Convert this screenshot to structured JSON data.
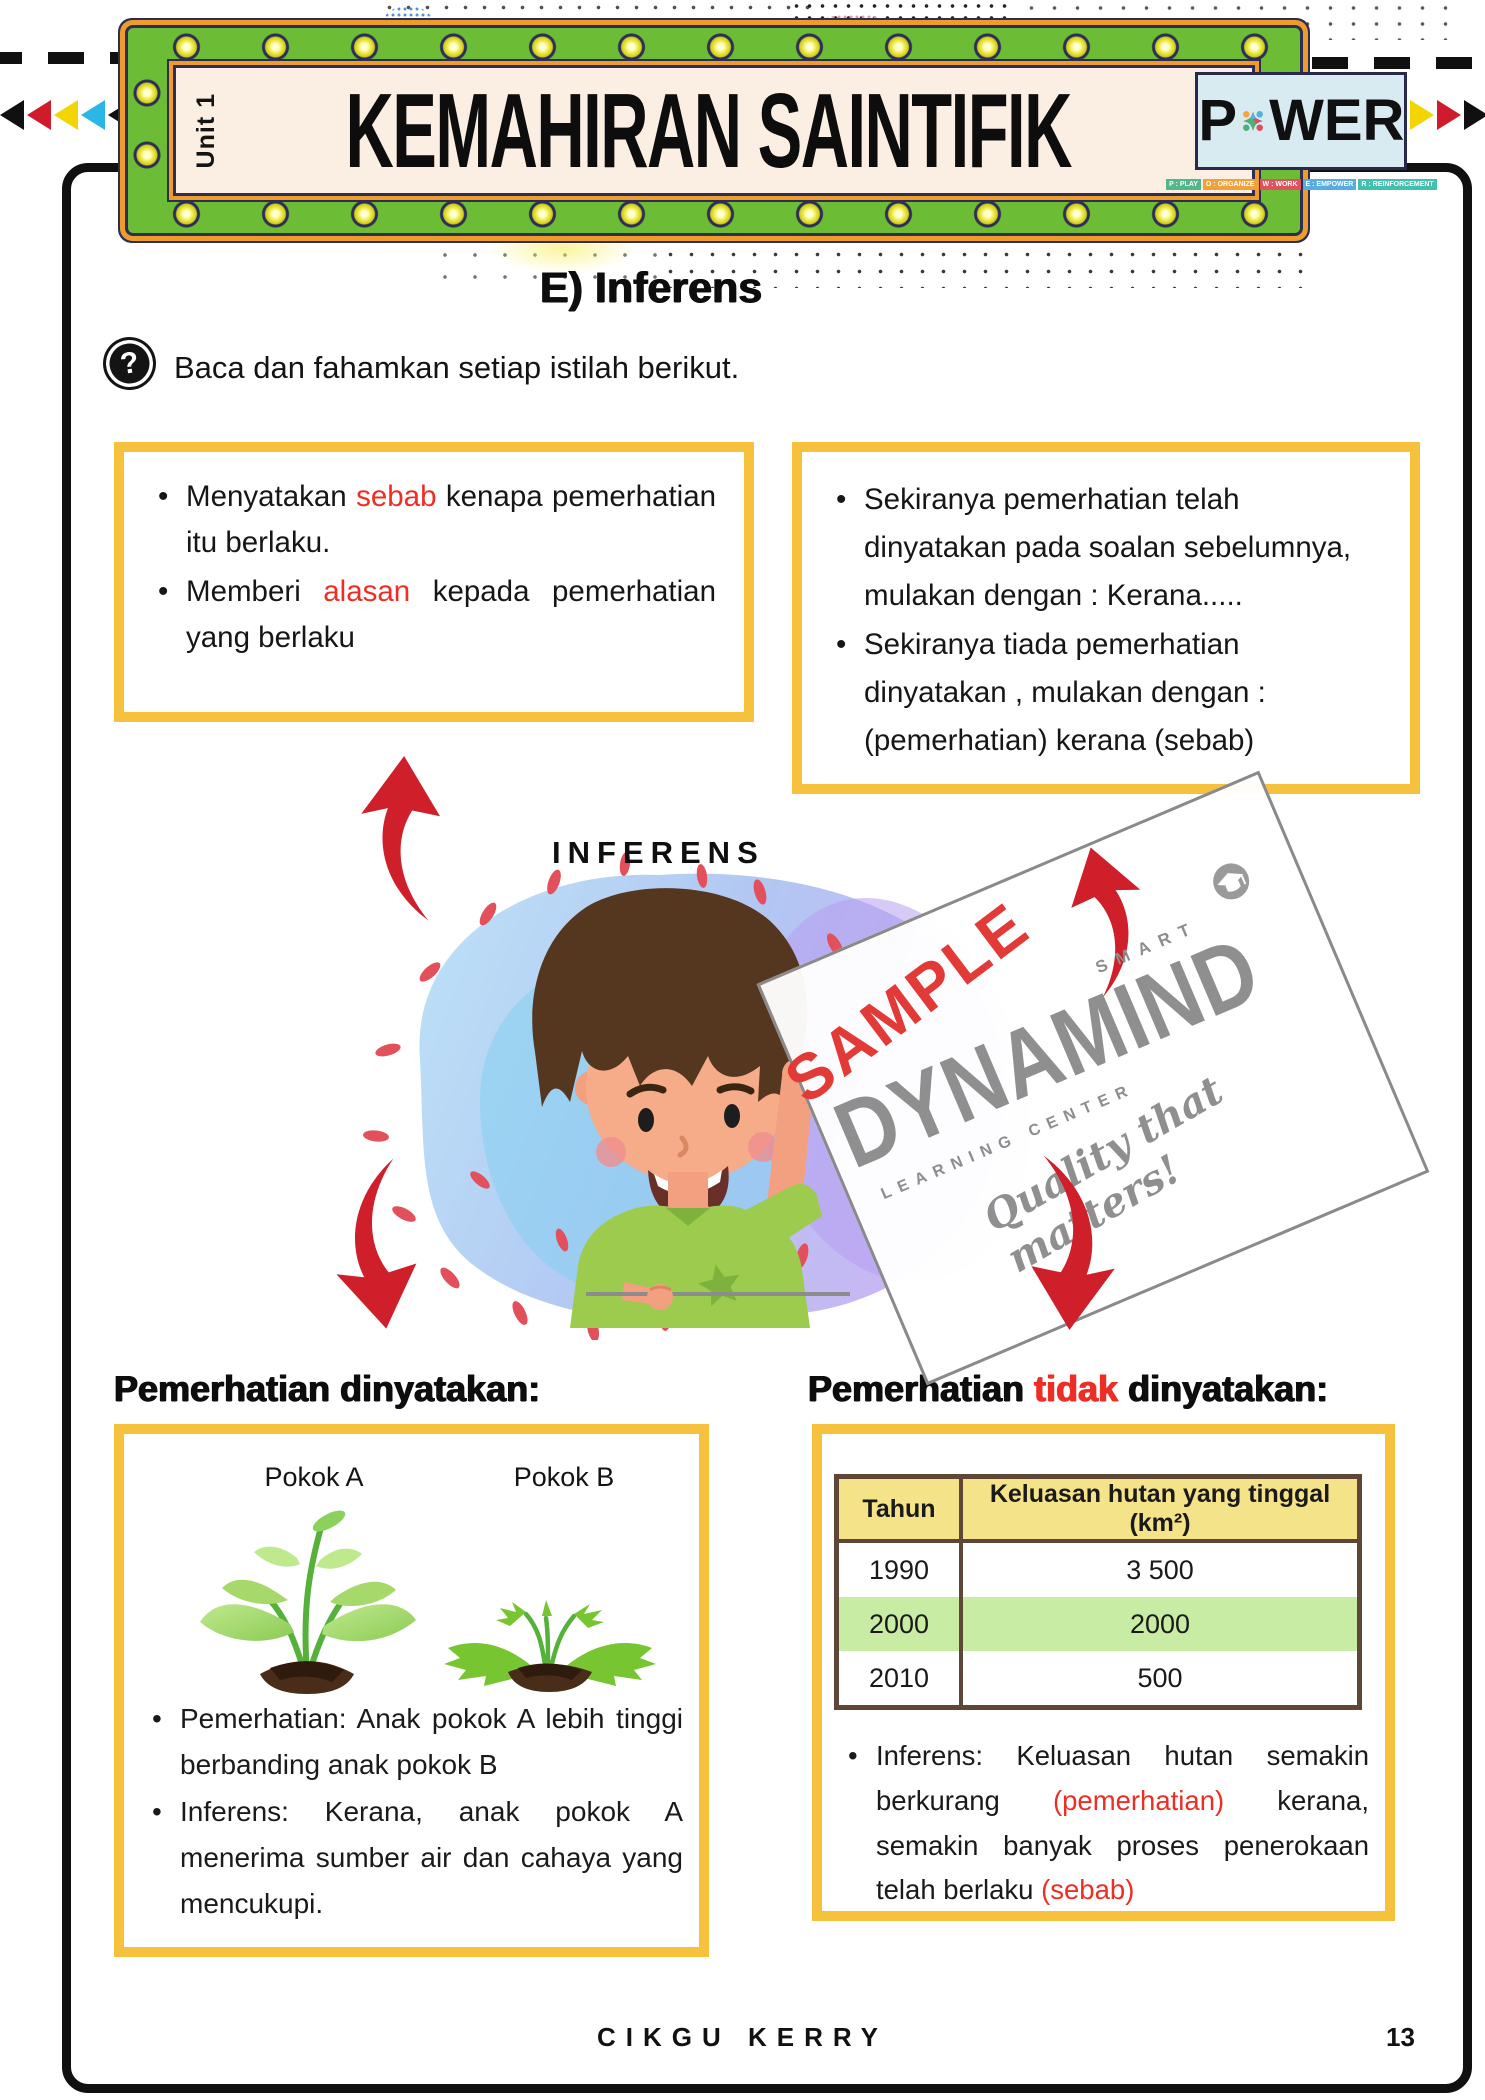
{
  "ui": {
    "bullet": "•"
  },
  "colors": {
    "accent_yellow": "#f6c23e",
    "accent_red": "#ee2e24",
    "banner_green": "#6cbd35",
    "table_header": "#f4e388",
    "table_highlight": "#c8eca3"
  },
  "header": {
    "unit_label": "Unit 1",
    "title": "KEMAHIRAN SAINTIFIK",
    "power_logo": {
      "prefix": "P",
      "suffix": "WER",
      "tags": [
        {
          "label": "P : PLAY",
          "color": "#52b789"
        },
        {
          "label": "O : ORGANIZE",
          "color": "#f0a13a"
        },
        {
          "label": "W : WORK",
          "color": "#e05160"
        },
        {
          "label": "E : EMPOWER",
          "color": "#57ace0"
        },
        {
          "label": "R : REINFORCEMENT",
          "color": "#41c0ad"
        }
      ]
    }
  },
  "section": {
    "heading": "E) Inferens",
    "question_mark": "?",
    "instruction": "Baca dan fahamkan setiap istilah berikut."
  },
  "definition_left": {
    "b1_pre": "Menyatakan ",
    "b1_red": "sebab",
    "b1_post": " kenapa pemerhatian itu berlaku.",
    "b2_pre": "Memberi ",
    "b2_red": "alasan",
    "b2_post": " kepada pemerhatian yang berlaku"
  },
  "definition_right": {
    "b1": "Sekiranya pemerhatian telah dinyatakan pada soalan sebelumnya, mulakan dengan : Kerana.....",
    "b2": "Sekiranya tiada pemerhatian dinyatakan , mulakan dengan : (pemerhatian) kerana (sebab)"
  },
  "diagram": {
    "center_label": "INFERENS"
  },
  "watermark": {
    "sample": "SAMPLE",
    "smart": "SMART",
    "brand": "DYNAMIND",
    "learning": "LEARNING  CENTER",
    "tagline": "Quality that matters!"
  },
  "observation_stated": {
    "heading": "Pemerhatian dinyatakan:",
    "plant_a_label": "Pokok A",
    "plant_b_label": "Pokok B",
    "b1": "Pemerhatian: Anak pokok A lebih tinggi berbanding anak pokok B",
    "b2": "Inferens: Kerana, anak pokok A menerima sumber air dan cahaya yang mencukupi."
  },
  "observation_not_stated": {
    "heading_pre": "Pemerhatian ",
    "heading_red": "tidak",
    "heading_post": " dinyatakan:",
    "table": {
      "headers": [
        "Tahun",
        "Keluasan hutan yang tinggal (km²)"
      ],
      "rows": [
        [
          "1990",
          "3 500"
        ],
        [
          "2000",
          "2000"
        ],
        [
          "2010",
          "500"
        ]
      ],
      "highlighted_row": "2000"
    },
    "b1_pre": "Inferens: Keluasan hutan semakin berkurang ",
    "b1_red1": "(pemerhatian)",
    "b1_mid": " kerana, semakin banyak proses penerokaan telah berlaku ",
    "b1_red2": "(sebab)"
  },
  "footer": {
    "author": "CIKGU KERRY",
    "page_number": "13"
  }
}
